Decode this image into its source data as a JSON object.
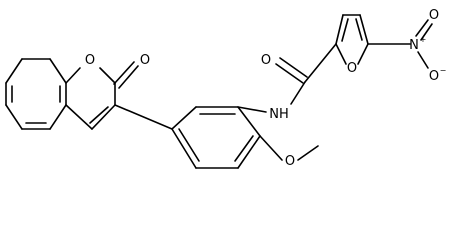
{
  "molecule": {
    "labels": {
      "coumarin_ring_o": "O",
      "coumarin_carbonyl_o": "O",
      "amide_o": "O",
      "amide_nh": "NH",
      "furan_o": "O",
      "nitro_n": "N",
      "nitro_n_charge": "+",
      "nitro_o_top": "O",
      "nitro_o_bottom": "O",
      "nitro_o_bottom_charge": "−",
      "methoxy_o": "O"
    }
  }
}
